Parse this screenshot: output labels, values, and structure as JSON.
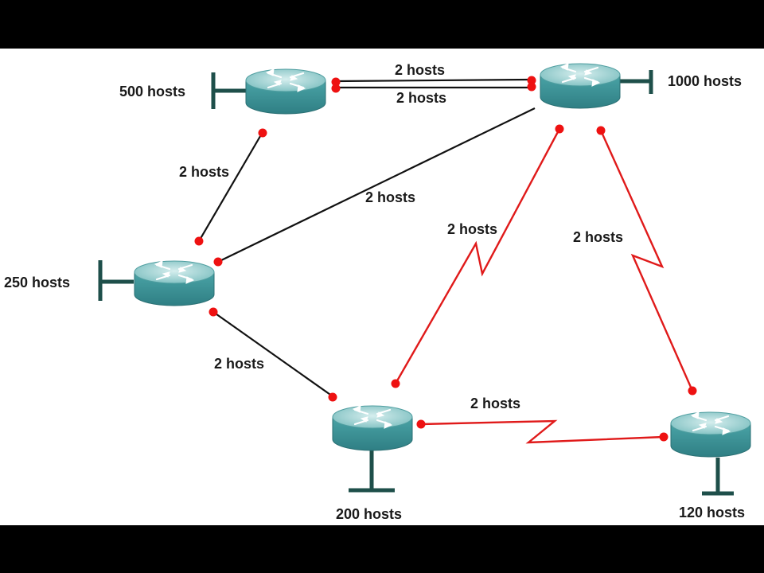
{
  "colors": {
    "router_body": "#3b8e92",
    "router_top": "#9fd3d2",
    "link_black": "#111111",
    "link_serial": "#e01a1a",
    "port_dot": "#ee1111",
    "host_bar": "#1e4f4a",
    "frame": "#000000"
  },
  "diagram": {
    "routers": [
      {
        "id": "router-top-left",
        "hosts_label": "500 hosts",
        "icon": "router-icon"
      },
      {
        "id": "router-top-right",
        "hosts_label": "1000 hosts",
        "icon": "router-icon"
      },
      {
        "id": "router-middle-left",
        "hosts_label": "250 hosts",
        "icon": "router-icon"
      },
      {
        "id": "router-bottom-middle",
        "hosts_label": "200 hosts",
        "icon": "router-icon"
      },
      {
        "id": "router-bottom-right",
        "hosts_label": "120 hosts",
        "icon": "router-icon"
      }
    ],
    "links": [
      {
        "from": "router-top-left",
        "to": "router-top-right",
        "type": "ethernet",
        "label": "2 hosts"
      },
      {
        "from": "router-top-left",
        "to": "router-top-right",
        "type": "ethernet",
        "label": "2 hosts"
      },
      {
        "from": "router-top-left",
        "to": "router-middle-left",
        "type": "ethernet",
        "label": "2 hosts"
      },
      {
        "from": "router-middle-left",
        "to": "router-top-right",
        "type": "ethernet",
        "label": "2 hosts"
      },
      {
        "from": "router-top-right",
        "to": "router-bottom-middle",
        "type": "serial",
        "label": "2 hosts"
      },
      {
        "from": "router-top-right",
        "to": "router-bottom-right",
        "type": "serial",
        "label": "2 hosts"
      },
      {
        "from": "router-middle-left",
        "to": "router-bottom-middle",
        "type": "ethernet",
        "label": "2 hosts"
      },
      {
        "from": "router-bottom-middle",
        "to": "router-bottom-right",
        "type": "serial",
        "label": "2 hosts"
      }
    ]
  }
}
